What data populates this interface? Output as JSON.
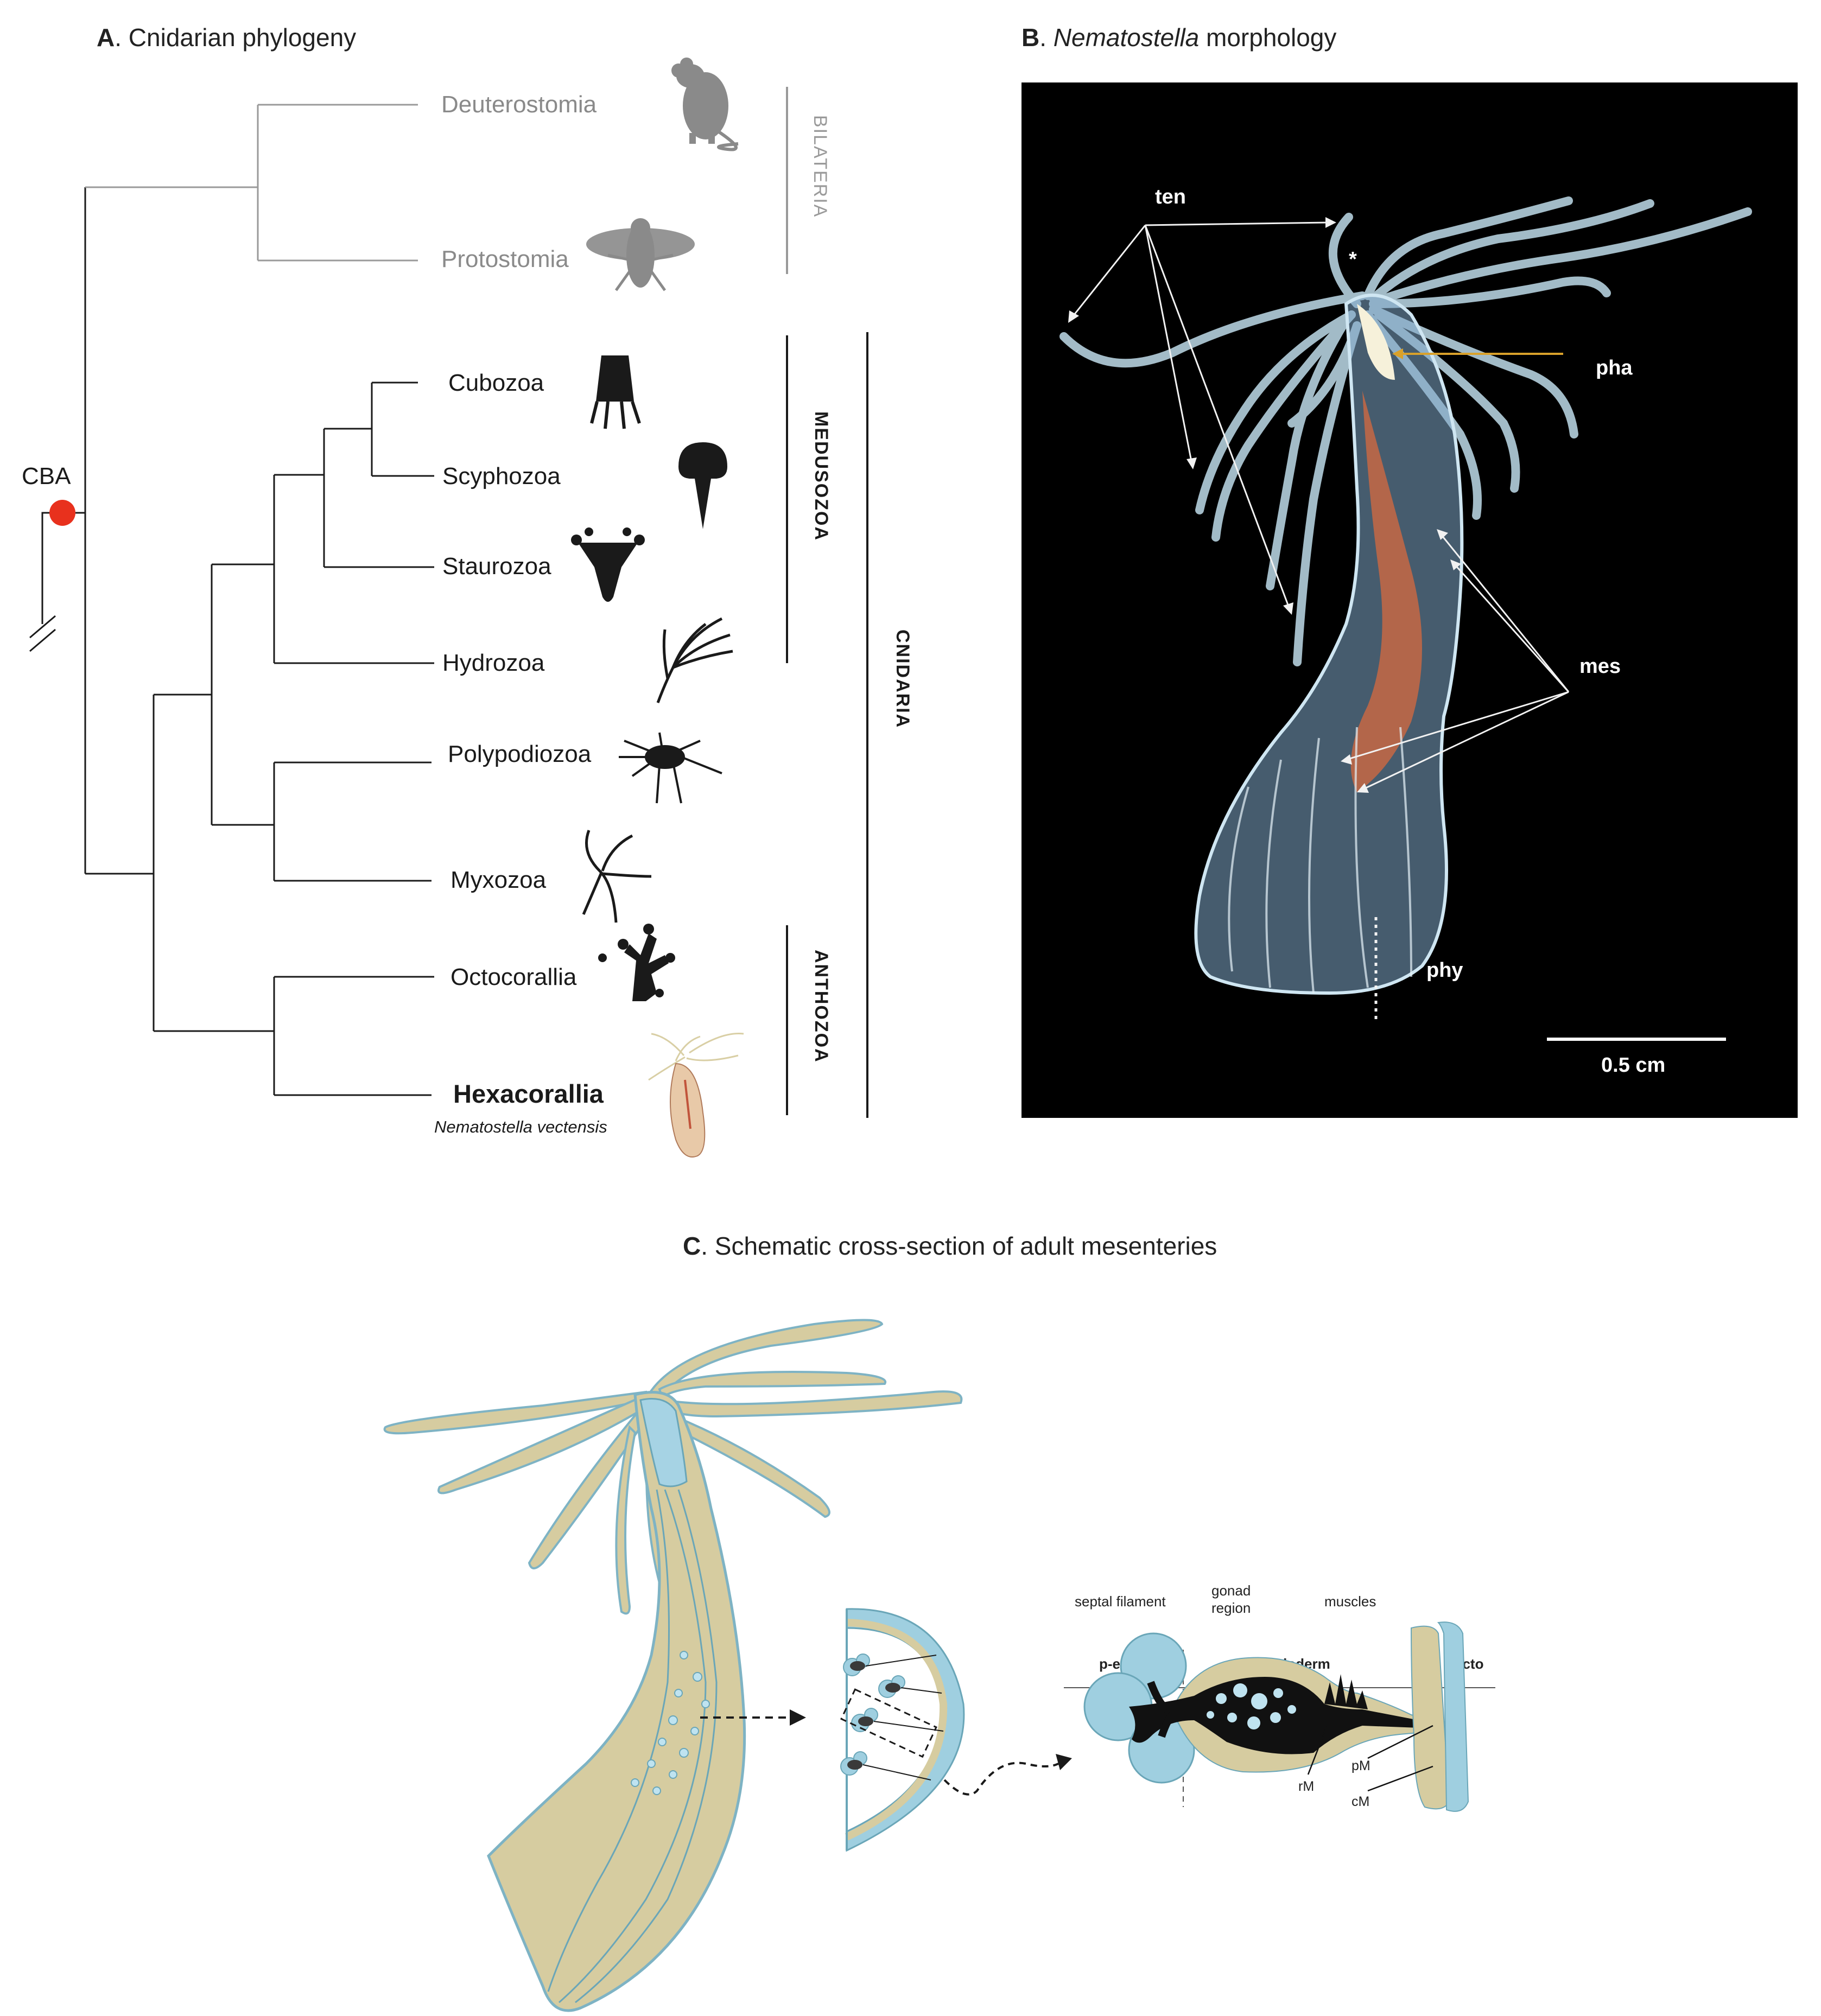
{
  "panel_a": {
    "letter": "A",
    "title": ". Cnidarian phylogeny",
    "root_label": "CBA",
    "root_color": "#e8311d",
    "taxa": {
      "deuterostomia": "Deuterostomia",
      "protostomia": "Protostomia",
      "cubozoa": "Cubozoa",
      "scyphozoa": "Scyphozoa",
      "staurozoa": "Staurozoa",
      "hydrozoa": "Hydrozoa",
      "polypodiozoa": "Polypodiozoa",
      "myxozoa": "Myxozoa",
      "octocorallia": "Octocorallia",
      "hexacorallia": "Hexacorallia"
    },
    "species": "Nematostella vectensis",
    "clades": {
      "bilateria": "BILATERIA",
      "medusozoa": "MEDUSOZOA",
      "anthozoa": "ANTHOZOA",
      "cnidaria": "CNIDARIA"
    }
  },
  "panel_b": {
    "letter": "B",
    "title_italic": "Nematostella",
    "title_rest": " morphology",
    "labels": {
      "ten": "ten",
      "pha": "pha",
      "mes": "mes",
      "phy": "phy",
      "asterisk": "*"
    },
    "scale_bar": "0.5 cm",
    "pharynx_arrow_color": "#d9a12b"
  },
  "panel_c": {
    "letter": "C",
    "title": ". Schematic cross-section of adult mesenteries",
    "regions": {
      "p_ecto": "p-ecto",
      "endoderm": "endoderm",
      "ecto": "ecto"
    },
    "parts": {
      "septal_filament": "septal filament",
      "gonad_line1": "gonad",
      "gonad_line2": "region",
      "muscles": "muscles"
    },
    "muscle_labels": {
      "rM": "rM",
      "pM": "pM",
      "cM": "cM"
    },
    "colors": {
      "body": "#d6cca0",
      "ectoderm_blue": "#9fcfe0",
      "outline": "#6aa6b8"
    }
  }
}
